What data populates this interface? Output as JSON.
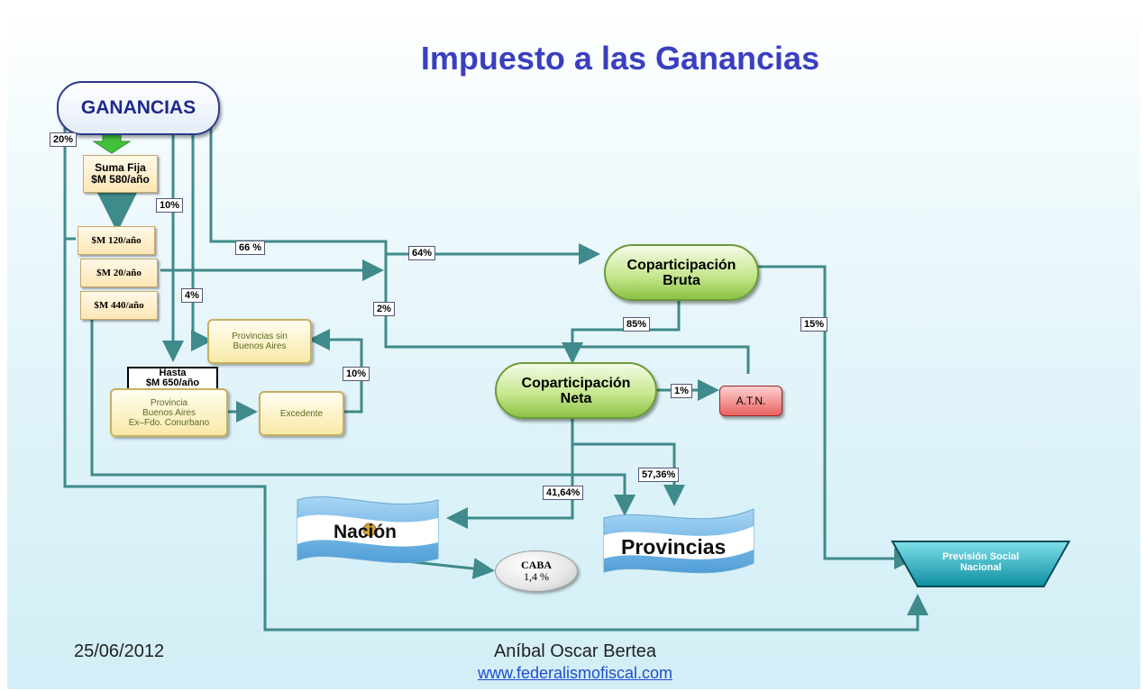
{
  "title": "Impuesto a las Ganancias",
  "source_node": "GANANCIAS",
  "suma_fija": {
    "line1": "Suma Fija",
    "line2": "$M 580/año"
  },
  "sub_amounts": [
    "$M 120/año",
    "$M 20/año",
    "$M 440/año"
  ],
  "hasta": {
    "line1": "Hasta",
    "line2": "$M 650/año"
  },
  "provincias_sin_ba": {
    "line1": "Provincias sin",
    "line2": "Buenos Aires"
  },
  "provincia_ba": {
    "line1": "Provincia",
    "line2": "Buenos Aires",
    "line3": "Ex–Fdo. Conurbano"
  },
  "excedente": "Excedente",
  "copart_bruta": {
    "line1": "Coparticipación",
    "line2": "Bruta"
  },
  "copart_neta": {
    "line1": "Coparticipación",
    "line2": "Neta"
  },
  "atn": "A.T.N.",
  "nacion": "Nación",
  "provincias": "Provincias",
  "caba": {
    "line1": "CABA",
    "line2": "1,4 %"
  },
  "prevision": {
    "line1": "Previsión Social",
    "line2": "Nacional"
  },
  "percentages": {
    "p20": "20%",
    "p10a": "10%",
    "p66": "66 %",
    "p64": "64%",
    "p4": "4%",
    "p2": "2%",
    "p85": "85%",
    "p15": "15%",
    "p10b": "10%",
    "p1": "1%",
    "p57": "57,36%",
    "p41": "41,64%"
  },
  "colors": {
    "title": "#3a3fc0",
    "connector": "#3f8a8a",
    "green_node": "#8cc246",
    "atn_node": "#e86060",
    "prevision_node": "#1aa6b8",
    "flag_blue": "#6fb6e6"
  },
  "footer": {
    "date": "25/06/2012",
    "author": "Aníbal Oscar Bertea",
    "url": "www.federalismofiscal.com"
  }
}
